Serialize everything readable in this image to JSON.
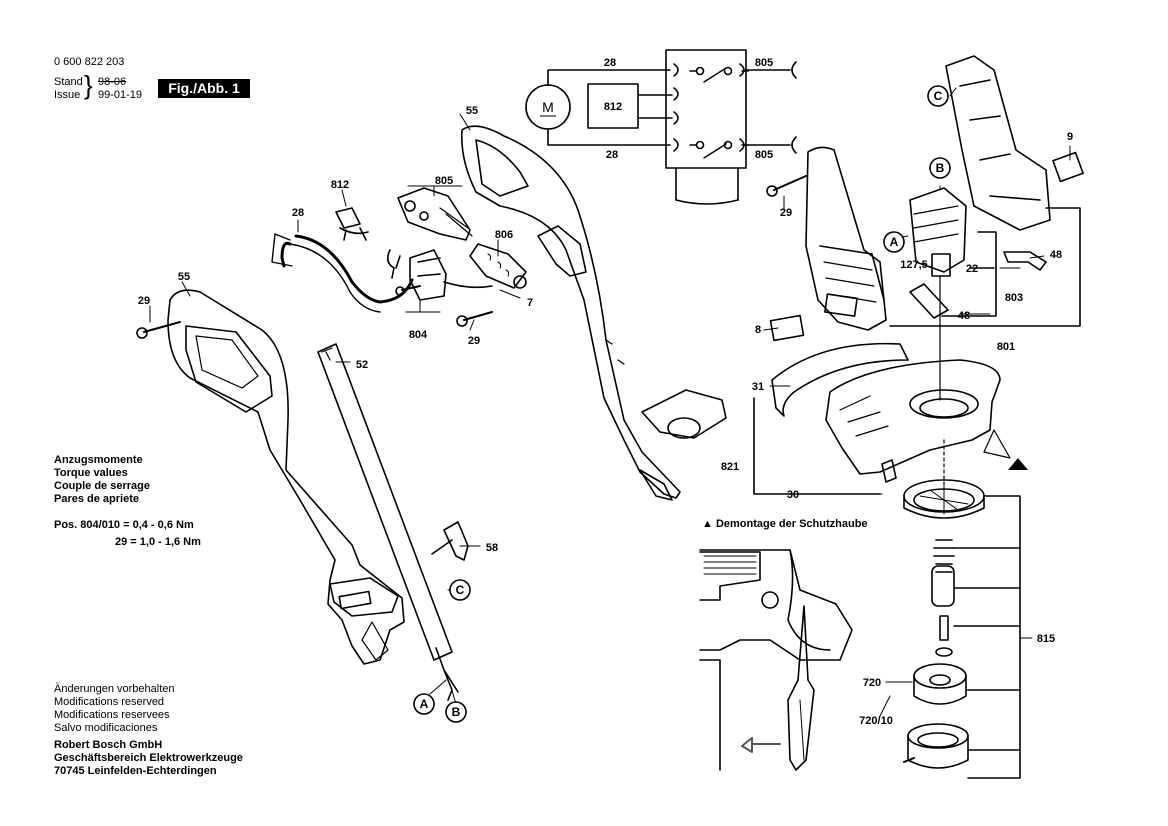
{
  "header": {
    "part_number": "0 600 822 203",
    "stand_label": "Stand",
    "issue_label": "Issue",
    "old_date": "98-06",
    "issue_date": "99-01-19",
    "fig_label": "Fig./Abb. 1"
  },
  "torque": {
    "lines": [
      "Anzugsmomente",
      "Torque values",
      "Couple de serrage",
      "Pares de apriete"
    ],
    "spec1_label": "Pos. 804/010 = 0,4 - 0,6 Nm",
    "spec2_label": "29 = 1,0 - 1,6 Nm"
  },
  "footer": {
    "modifications": [
      "Änderungen vorbehalten",
      "Modifications reserved",
      "Modifications reservees",
      "Salvo modificaciones"
    ],
    "company": [
      "Robert Bosch GmbH",
      "Geschäftsbereich Elektrowerkzeuge",
      "70745 Leinfelden-Echterdingen"
    ]
  },
  "inset": {
    "title": "Demontage der Schutzhaube"
  },
  "schematic": {
    "motor": "M",
    "box": "812",
    "top_wire": "28",
    "bottom_wire": "28",
    "top_plug": "805",
    "bottom_plug": "805"
  },
  "callouts": {
    "c812": "812",
    "c805": "805",
    "c806": "806",
    "c804": "804",
    "c7": "7",
    "c28": "28",
    "c29a": "29",
    "c29b": "29",
    "c29c": "29",
    "c55a": "55",
    "c55b": "55",
    "c52": "52",
    "c58": "58",
    "c9": "9",
    "c22": "22",
    "c48a": "48",
    "c48b": "48",
    "c127": "127,5",
    "c803": "803",
    "c801": "801",
    "c8": "8",
    "c31": "31",
    "c821": "821",
    "c30": "30",
    "c815": "815",
    "c720": "720",
    "c72010": "720/10"
  },
  "markers": {
    "a": "A",
    "b": "B",
    "c": "C"
  }
}
